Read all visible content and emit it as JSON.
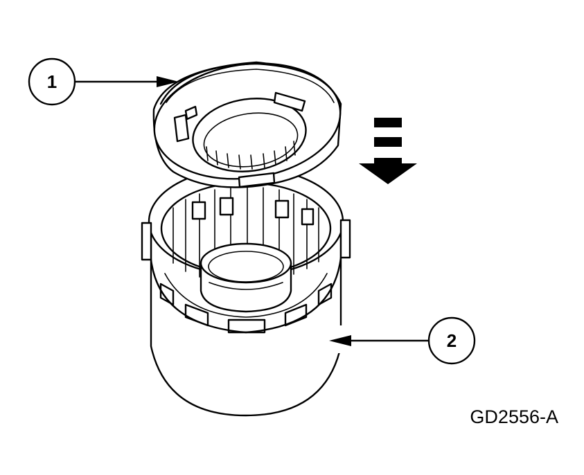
{
  "figure_id": "GD2556-A",
  "callouts": [
    {
      "number": "1"
    },
    {
      "number": "2"
    }
  ]
}
